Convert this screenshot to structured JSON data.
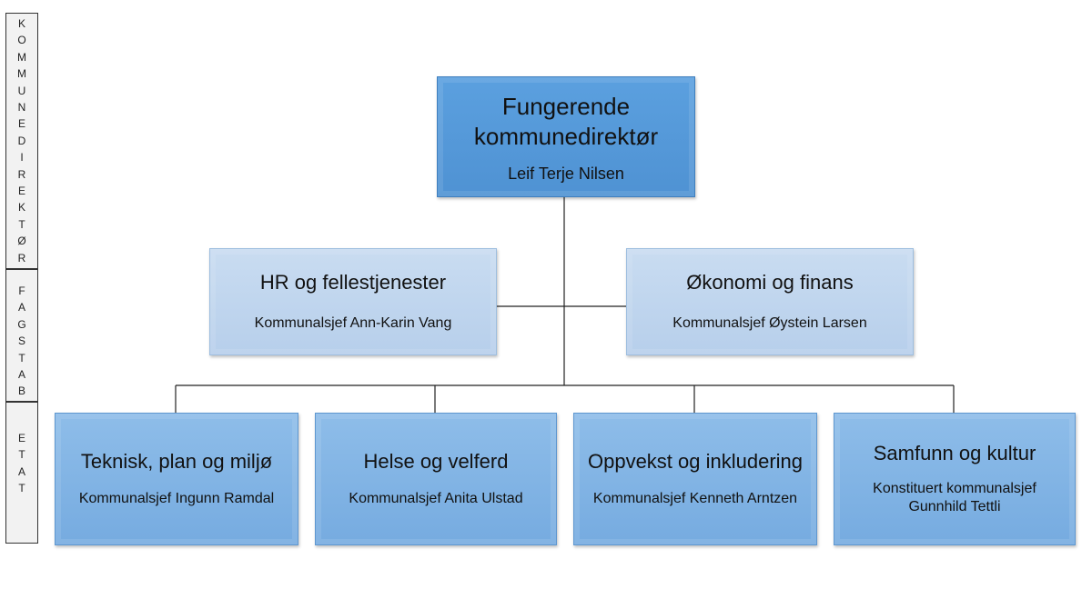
{
  "levels": {
    "kommunedirektor": [
      "K",
      "O",
      "M",
      "M",
      "U",
      "N",
      "E",
      "D",
      "I",
      "R",
      "E",
      "K",
      "T",
      "Ø",
      "R"
    ],
    "fagstab": [
      "F",
      "A",
      "G",
      "S",
      "T",
      "A",
      "B"
    ],
    "etat": [
      "E",
      "T",
      "A",
      "T"
    ]
  },
  "director": {
    "title_line1": "Fungerende",
    "title_line2": "kommunedirektør",
    "person": "Leif Terje Nilsen"
  },
  "staff": [
    {
      "title": "HR og fellestjenester",
      "person": "Kommunalsjef Ann-Karin Vang"
    },
    {
      "title": "Økonomi og finans",
      "person": "Kommunalsjef Øystein Larsen"
    }
  ],
  "departments": [
    {
      "title": "Teknisk, plan og miljø",
      "person": "Kommunalsjef Ingunn Ramdal"
    },
    {
      "title": "Helse og velferd",
      "person": "Kommunalsjef Anita Ulstad"
    },
    {
      "title": "Oppvekst og inkludering",
      "person": "Kommunalsjef Kenneth Arntzen"
    },
    {
      "title": "Samfunn og kultur",
      "person_line1": "Konstituert kommunalsjef",
      "person_line2": "Gunnhild Tettli"
    }
  ]
}
